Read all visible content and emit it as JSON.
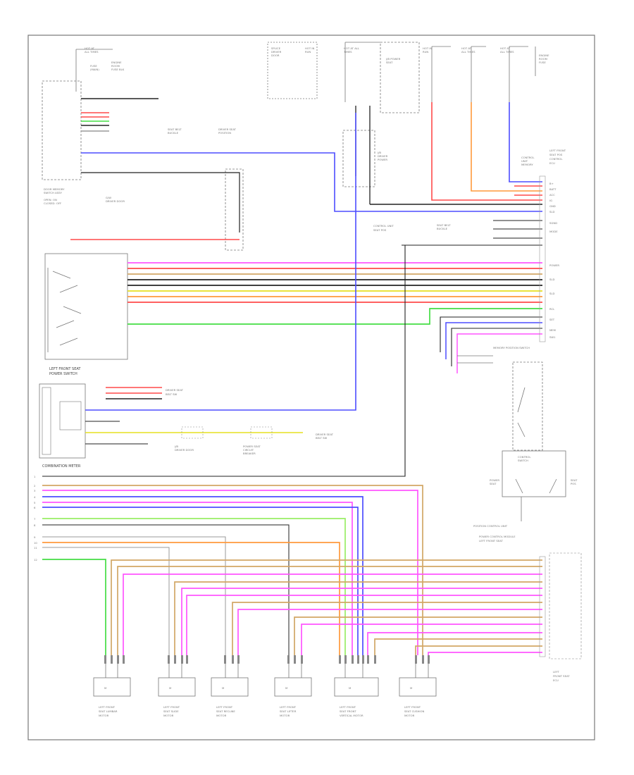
{
  "diagram": {
    "footer_code": "",
    "page_box_color": "#666666",
    "wire_colors": {
      "pink": "#ff55ff",
      "red": "#ff4a4a",
      "blue": "#4d4dff",
      "green": "#44dd44",
      "orange": "#ff9a3c",
      "tan": "#d2a766",
      "yellow": "#e6e020",
      "black": "#222222",
      "gray": "#9a9a9a",
      "light_green": "#99ee66"
    },
    "top_labels": [
      {
        "id": "hot-at-all-times-1",
        "text": ""
      },
      {
        "id": "hot-in-run-1",
        "text": ""
      },
      {
        "id": "hot-at-all-times-2",
        "text": ""
      },
      {
        "id": "hot-in-run-2",
        "text": ""
      },
      {
        "id": "hot-at-all-times-3",
        "text": ""
      },
      {
        "id": "hot-at-all-times-4",
        "text": ""
      }
    ],
    "component_labels": {
      "power_seat_switch": "",
      "combination_meter": "",
      "position_control_module": "",
      "memory_switch": "",
      "seat_motors": [
        "",
        "",
        "",
        "",
        "",
        ""
      ]
    }
  }
}
